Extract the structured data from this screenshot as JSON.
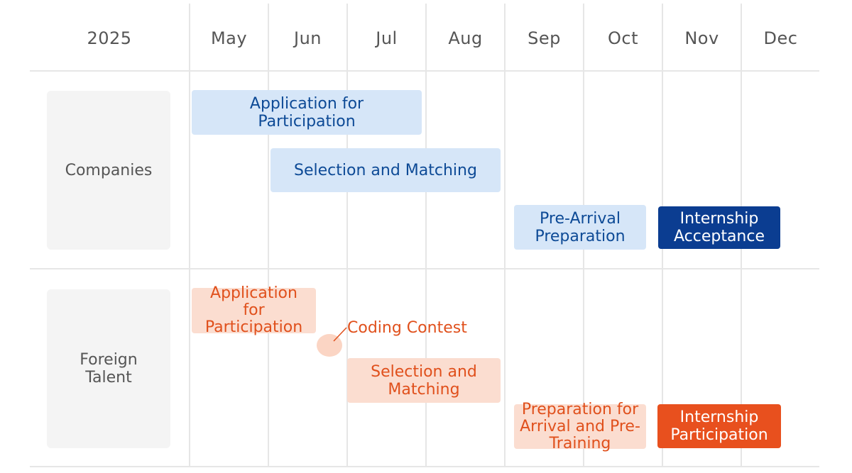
{
  "header": {
    "year": "2025",
    "months": [
      "May",
      "Jun",
      "Jul",
      "Aug",
      "Sep",
      "Oct",
      "Nov",
      "Dec"
    ]
  },
  "rows": {
    "companies": {
      "label": "Companies",
      "tasks": {
        "application": "Application for Participation",
        "selection": "Selection and Matching",
        "pre_arrival": "Pre-Arrival Preparation",
        "internship": "Internship Acceptance"
      }
    },
    "foreign_talent": {
      "label": "Foreign Talent",
      "tasks": {
        "application": "Application for Participation",
        "coding_contest": "Coding Contest",
        "selection": "Selection and Matching",
        "preparation": "Preparation for Arrival and Pre-Training",
        "internship": "Internship Participation"
      }
    }
  },
  "colors": {
    "companies_light": "#d6e6f8",
    "companies_text": "#0d4a96",
    "companies_dark": "#0b3d91",
    "talent_light": "#fbddd0",
    "talent_text": "#e0501c",
    "talent_dark": "#e8501e",
    "grid": "#e6e6e6",
    "label_bg": "#f4f4f4"
  }
}
